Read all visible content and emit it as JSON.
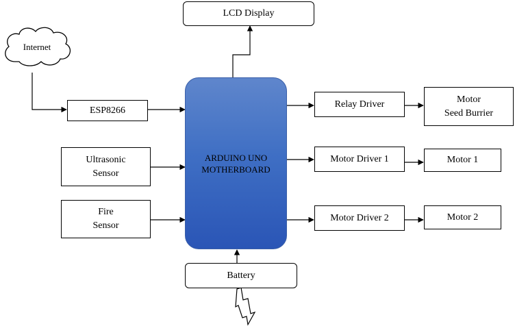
{
  "internet": "Internet",
  "lcd": "LCD Display",
  "esp": "ESP8266",
  "ultrasonic": [
    "Ultrasonic",
    "Sensor"
  ],
  "fire": [
    "Fire",
    "Sensor"
  ],
  "arduino": [
    "ARDUINO UNO",
    "MOTHERBOARD"
  ],
  "battery": "Battery",
  "relay_driver": "Relay Driver",
  "motor_seed": [
    "Motor",
    "Seed Burrier"
  ],
  "motor_driver_1": "Motor Driver 1",
  "motor_1": "Motor 1",
  "motor_driver_2": "Motor Driver 2",
  "motor_2": "Motor 2",
  "colors": {
    "mcu_top": "#5f86cc",
    "mcu_bottom": "#2a55b6",
    "stroke": "#000000"
  }
}
